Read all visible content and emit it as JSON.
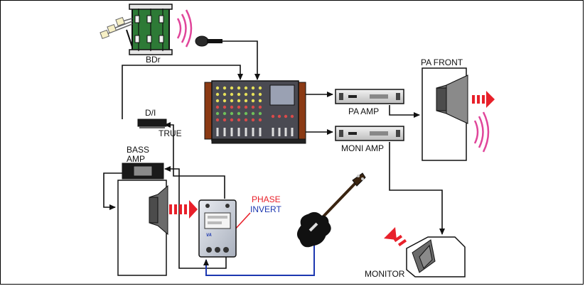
{
  "labels": {
    "bdr": "BDr",
    "di": "D/I",
    "true_label": "TRUE",
    "bass_amp_line1": "BASS",
    "bass_amp_line2": "AMP",
    "pa_amp": "PA AMP",
    "moni_amp": "MONI AMP",
    "pa_front": "PA FRONT",
    "phase": "PHASE",
    "invert": "INVERT",
    "monitor": "MONITOR"
  },
  "colors": {
    "signal_red": "#e8202a",
    "signal_blue": "#1c37b0",
    "mixer_panel": "#4a4a52",
    "mixer_wood": "#8b3a14",
    "wave_pink": "#e0459a"
  },
  "icons": [
    "drum-icon",
    "microphone-icon",
    "mixer-icon",
    "amplifier-icon",
    "speaker-cabinet-icon",
    "bass-guitar-icon",
    "di-box-icon",
    "effects-pedal-icon",
    "sound-wave-icon"
  ]
}
